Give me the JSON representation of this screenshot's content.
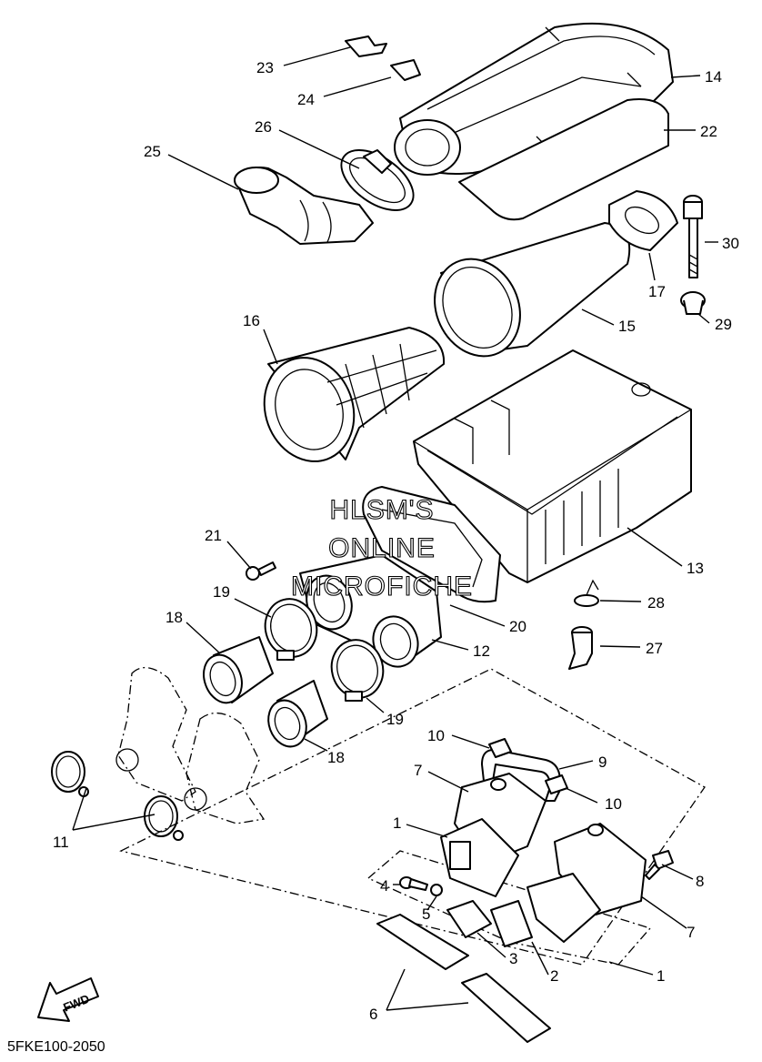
{
  "diagram_code": "5FKE100-2050",
  "watermark": [
    "HLSM'S",
    "ONLINE",
    "MICROFICHE"
  ],
  "fwd_label": "FWD",
  "callouts": [
    "23",
    "24",
    "14",
    "26",
    "22",
    "25",
    "30",
    "17",
    "15",
    "29",
    "16",
    "13",
    "21",
    "28",
    "20",
    "19",
    "18",
    "12",
    "27",
    "19",
    "18",
    "10",
    "9",
    "7",
    "10",
    "11",
    "1",
    "8",
    "4",
    "5",
    "7",
    "3",
    "2",
    "1",
    "6"
  ]
}
